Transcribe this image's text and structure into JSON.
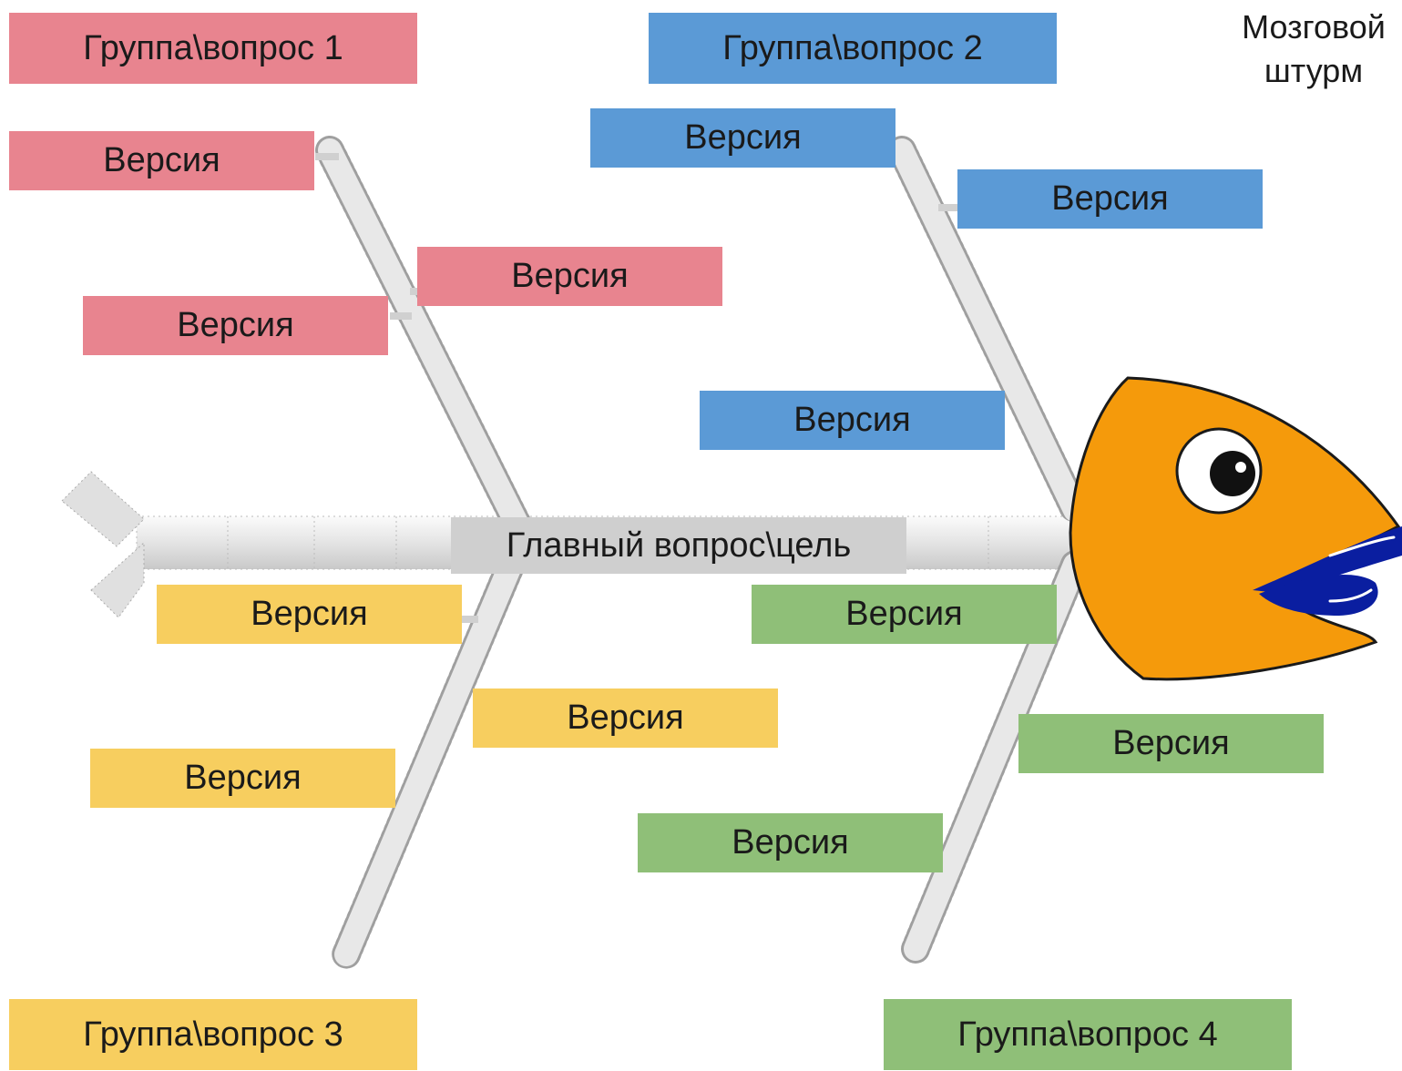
{
  "title": {
    "line1": "Мозговой",
    "line2": "штурм"
  },
  "main_goal": "Главный вопрос\\цель",
  "groups": {
    "g1": "Группа\\вопрос 1",
    "g2": "Группа\\вопрос 2",
    "g3": "Группа\\вопрос 3",
    "g4": "Группа\\вопрос 4"
  },
  "versions": {
    "g1": [
      "Версия",
      "Версия",
      "Версия"
    ],
    "g2": [
      "Версия",
      "Версия",
      "Версия"
    ],
    "g3": [
      "Версия",
      "Версия",
      "Версия"
    ],
    "g4": [
      "Версия",
      "Версия",
      "Версия"
    ]
  },
  "colors": {
    "group1": "#e8848f",
    "group2": "#5b9ad6",
    "group3": "#f7ce5f",
    "group4": "#8fbf78",
    "fish_head": "#f59a0b",
    "fish_lips": "#0a1ea0",
    "bone": "#e6e6e6"
  }
}
